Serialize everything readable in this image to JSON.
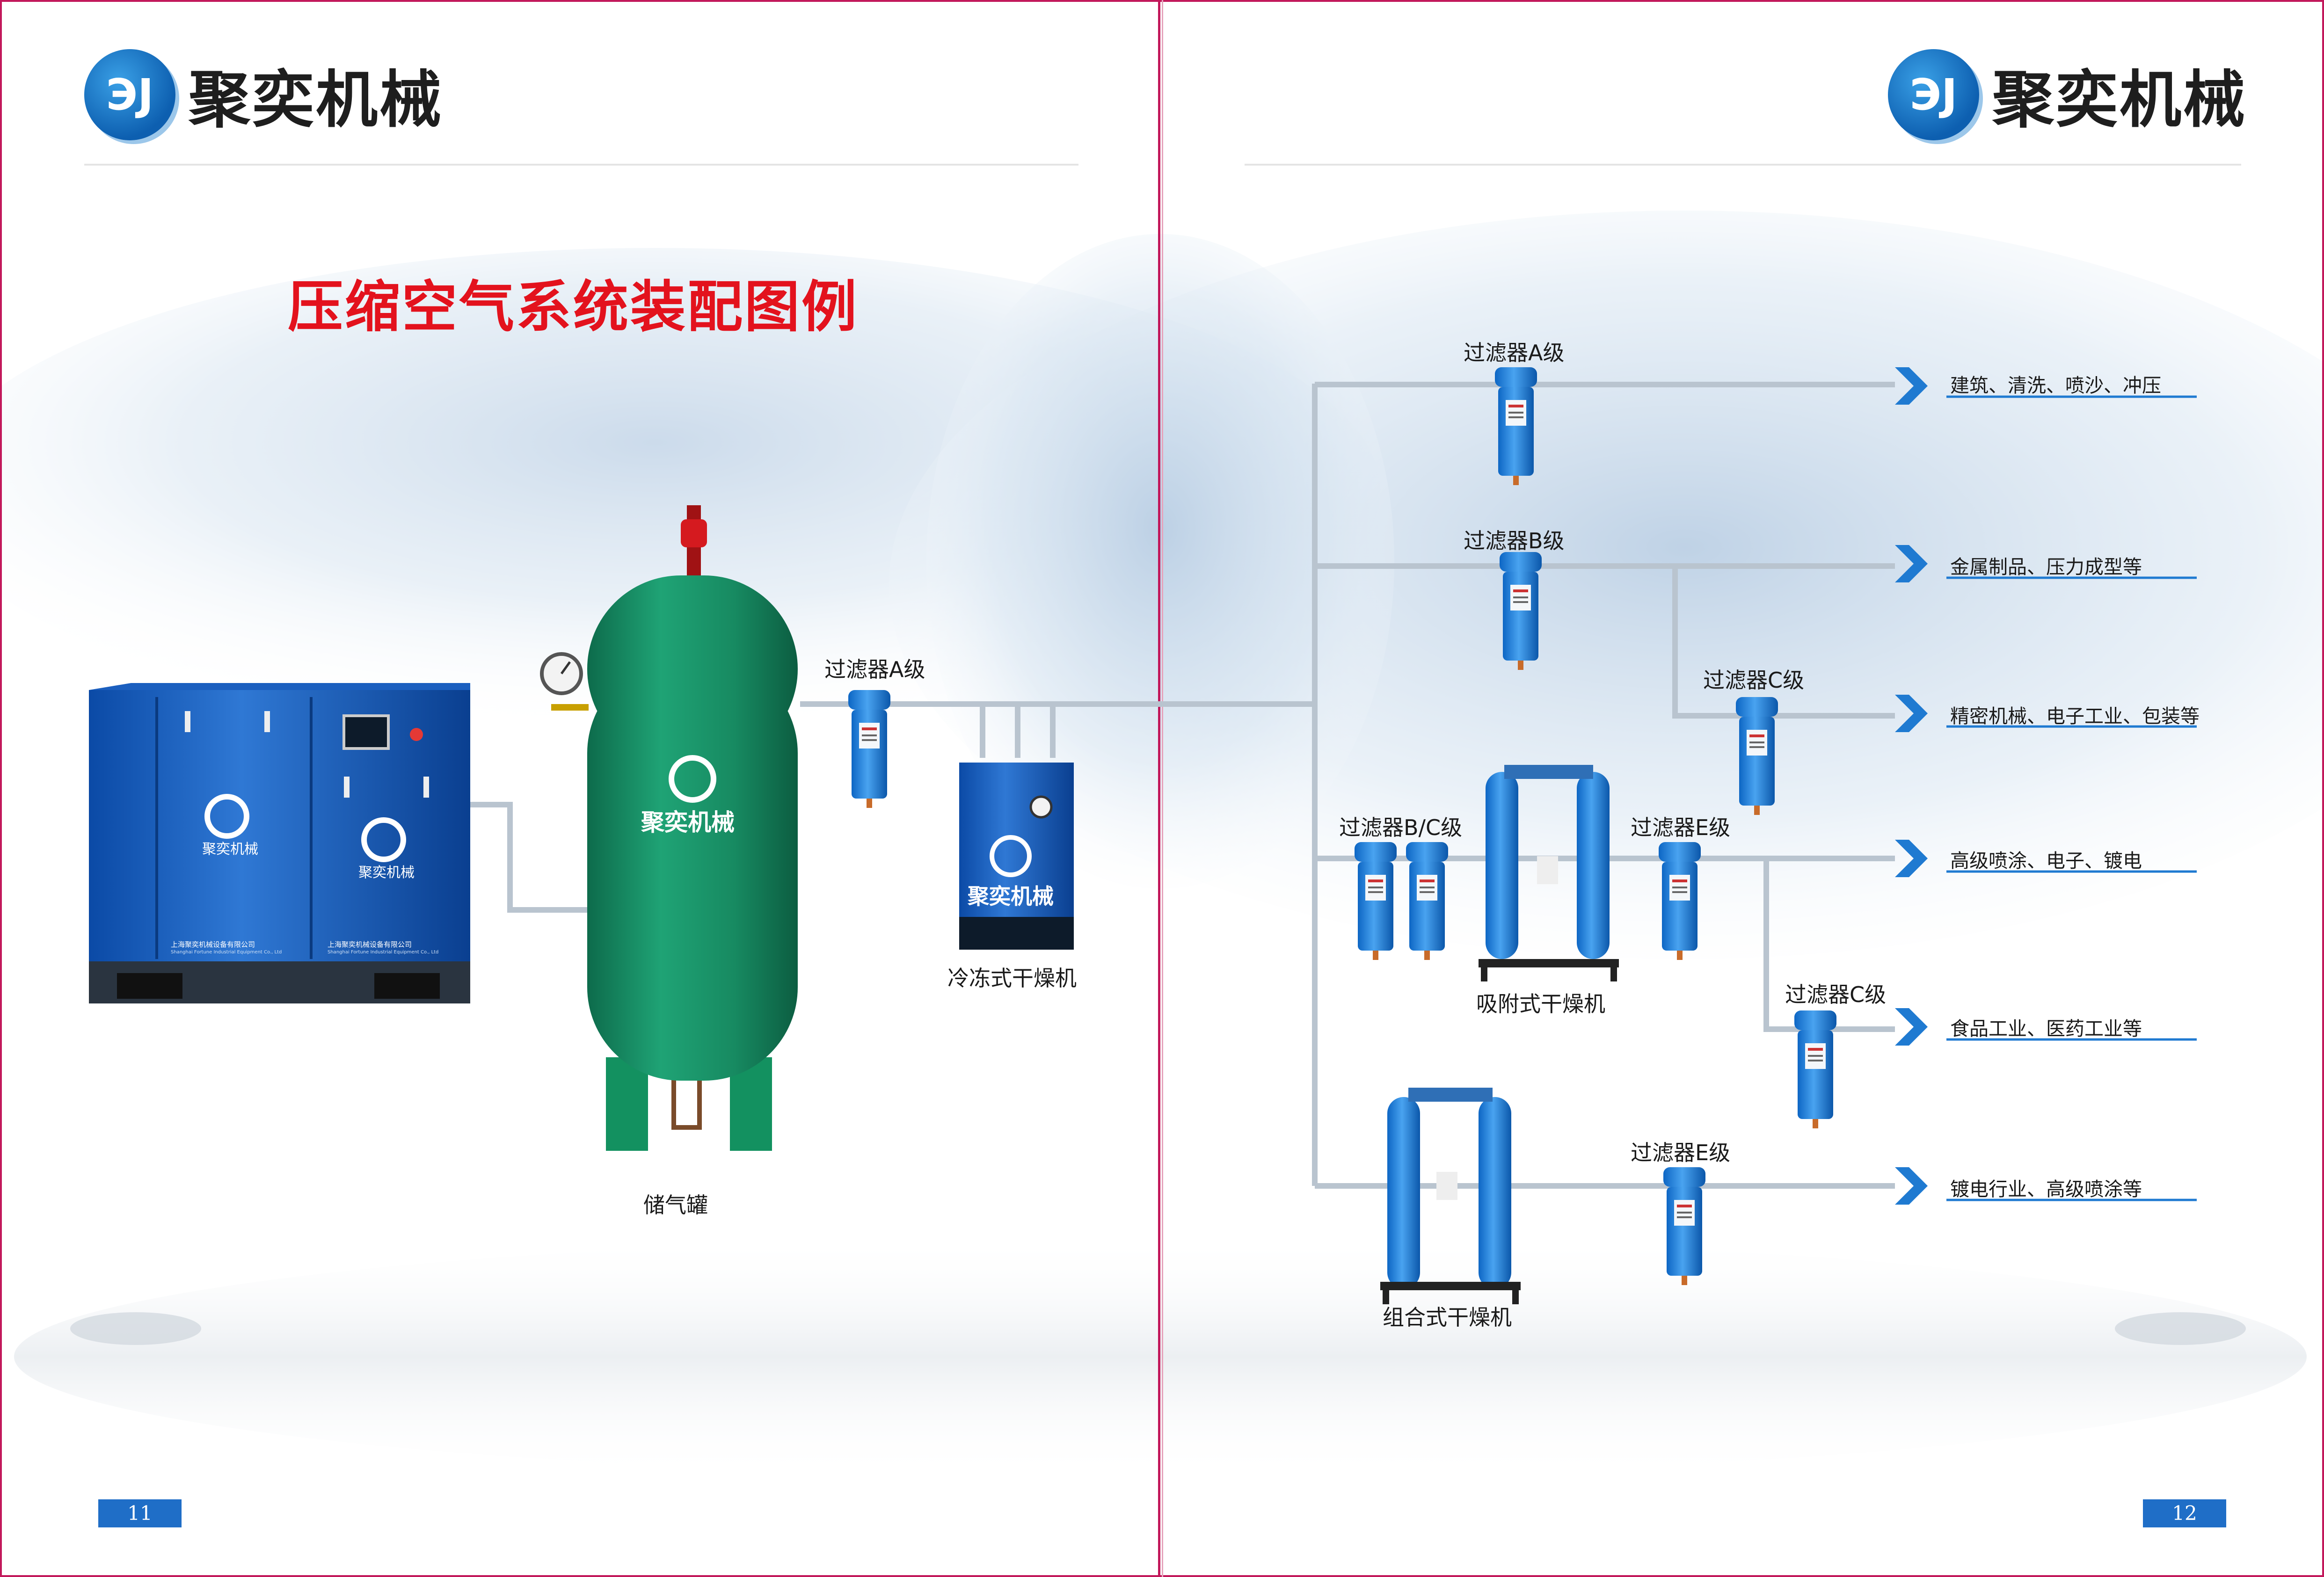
{
  "brand": {
    "name": "聚奕机械",
    "logo_icon": "jy-logo-icon",
    "primary": "#1f6ec7",
    "accent": "#e3121d"
  },
  "title": "压缩空气系统装配图例",
  "equipment": {
    "air_compressor": {
      "brand_text": "聚奕机械",
      "company_line_1": "上海聚奕机械设备有限公司",
      "company_line_2": "Shanghai Fortune Industrial Equipment Co., Ltd"
    },
    "tank": {
      "label": "储气罐",
      "brand_text": "聚奕机械"
    },
    "filter_a_main": {
      "label": "过滤器A级"
    },
    "refrigerated_dryer": {
      "label": "冷冻式干燥机",
      "brand_text": "聚奕机械"
    },
    "adsorption_dryer": {
      "label": "吸附式干燥机"
    },
    "combined_dryer": {
      "label": "组合式干燥机"
    }
  },
  "branches": [
    {
      "filter": "过滤器A级",
      "use": "建筑、清洗、喷沙、冲压"
    },
    {
      "filter": "过滤器B级",
      "use": "金属制品、压力成型等"
    },
    {
      "filter": "过滤器C级",
      "use": "精密机械、电子工业、包装等"
    },
    {
      "filter": "过滤器B/C级",
      "filter2": "过滤器E级",
      "use": "高级喷涂、电子、镀电"
    },
    {
      "filter": "过滤器C级",
      "use": "食品工业、医药工业等"
    },
    {
      "filter": "过滤器E级",
      "use": "镀电行业、高级喷涂等"
    }
  ],
  "pages": {
    "left": "11",
    "right": "12"
  }
}
